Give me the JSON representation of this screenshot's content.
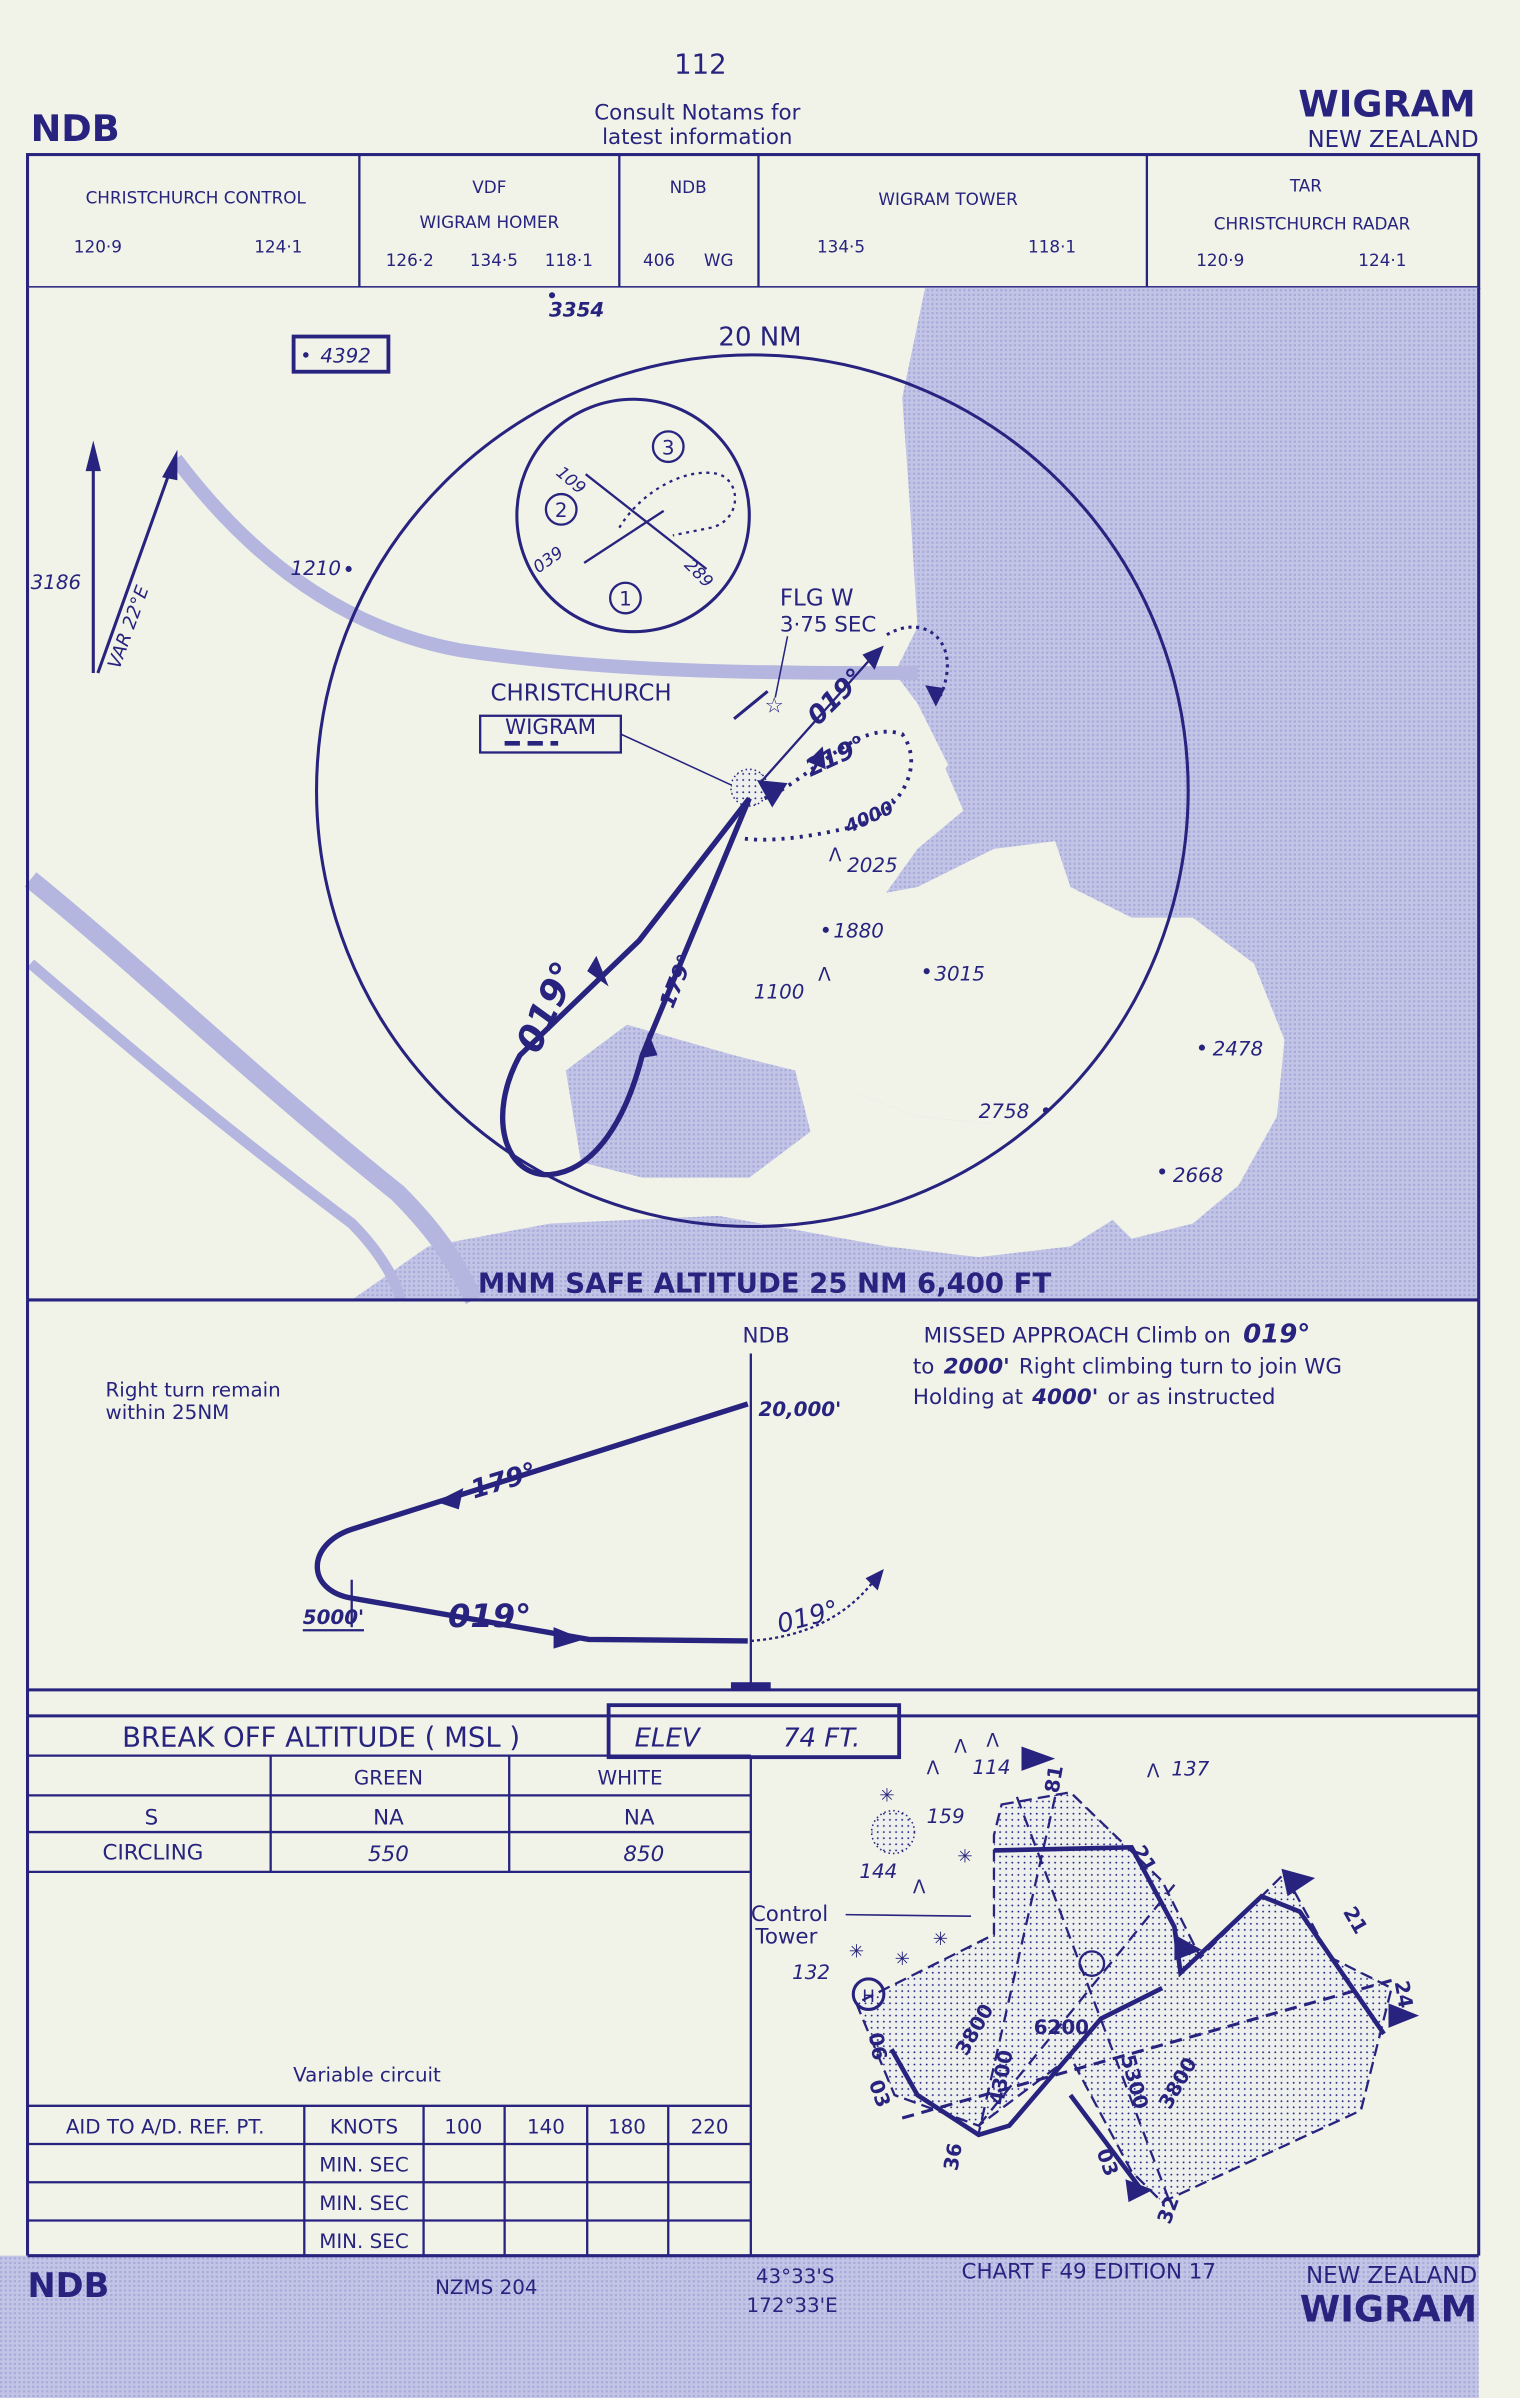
{
  "header": {
    "page_number": "112",
    "procedure": "NDB",
    "notice_line1": "Consult Notams for",
    "notice_line2": "latest information",
    "aerodrome": "WIGRAM",
    "country": "NEW ZEALAND"
  },
  "frequencies": [
    {
      "title": "CHRISTCHURCH   CONTROL",
      "freqs": [
        "120·9",
        "124·1"
      ]
    },
    {
      "title": "VDF",
      "subtitle": "WIGRAM HOMER",
      "freqs": [
        "126·2",
        "134·5",
        "118·1"
      ]
    },
    {
      "title": "NDB",
      "freqs": [
        "406",
        "WG"
      ]
    },
    {
      "title": "WIGRAM TOWER",
      "freqs": [
        "134·5",
        "118·1"
      ]
    },
    {
      "title": "TAR",
      "subtitle": "CHRISTCHURCH RADAR",
      "freqs": [
        "120·9",
        "124·1"
      ]
    }
  ],
  "plan": {
    "radius_label": "20 NM",
    "highest_elev": "4392",
    "variation": "VAR 22°E",
    "spot_elevations": [
      "3354",
      "3186",
      "1210",
      "2025",
      "1880",
      "3015",
      "1100",
      "2478",
      "2758",
      "2668"
    ],
    "beacon_label1": "FLG W",
    "beacon_label2": "3·75 SEC",
    "city": "CHRISTCHURCH",
    "airfield": "WIGRAM",
    "tracks": [
      "019°",
      "219°",
      "4000'",
      "019°",
      "179°"
    ],
    "holding_inset": {
      "courses": [
        "109",
        "039",
        "289"
      ],
      "steps": [
        "1",
        "2",
        "3"
      ]
    },
    "msa": "MNM SAFE ALTITUDE 25 NM 6,400 FT"
  },
  "profile": {
    "fix": "NDB",
    "note": [
      "Right turn remain",
      "within 25NM"
    ],
    "alt_top": "20,000'",
    "outbound": "179°",
    "inbound": "019°",
    "alt_turn": "5000'",
    "missed_track": "019°",
    "missed_approach": [
      [
        "MISSED  APPROACH  Climb on",
        "019°"
      ],
      [
        "to",
        "2000'",
        "Right  climbing  turn to join WG"
      ],
      [
        "Holding  at",
        "4000'",
        "or as instructed"
      ]
    ]
  },
  "minima": {
    "title": "BREAK OFF ALTITUDE ( MSL )",
    "elev_label": "ELEV",
    "elev_value": "74 FT.",
    "columns": [
      "",
      "GREEN",
      "WHITE"
    ],
    "rows": [
      [
        "S",
        "NA",
        "NA"
      ],
      [
        "CIRCLING",
        "550",
        "850"
      ]
    ],
    "circuit_note": "Variable circuit"
  },
  "timing": {
    "headers": [
      "AID TO A/D. REF. PT.",
      "KNOTS",
      "100",
      "140",
      "180",
      "220"
    ],
    "rows": [
      "MIN. SEC",
      "MIN. SEC",
      "MIN. SEC"
    ]
  },
  "aerodrome_diagram": {
    "obstacles": [
      "114",
      "137",
      "159",
      "144",
      "132"
    ],
    "tower_label1": "Control",
    "tower_label2": "Tower",
    "lengths": [
      "3800",
      "6200",
      "4300",
      "5300",
      "3800"
    ],
    "runway_ends": [
      "81",
      "21",
      "21",
      "24",
      "06",
      "03",
      "36",
      "03",
      "32"
    ]
  },
  "footer": {
    "procedure": "NDB",
    "map_ref": "NZMS 204",
    "lat": "43°33'S",
    "lon": "172°33'E",
    "chart": "CHART F 49   EDITION 17",
    "country": "NEW ZEALAND",
    "aerodrome": "WIGRAM"
  },
  "colors": {
    "ink": "#27237e",
    "paper": "#f1f3e8",
    "sea": "#b9bbe2"
  }
}
